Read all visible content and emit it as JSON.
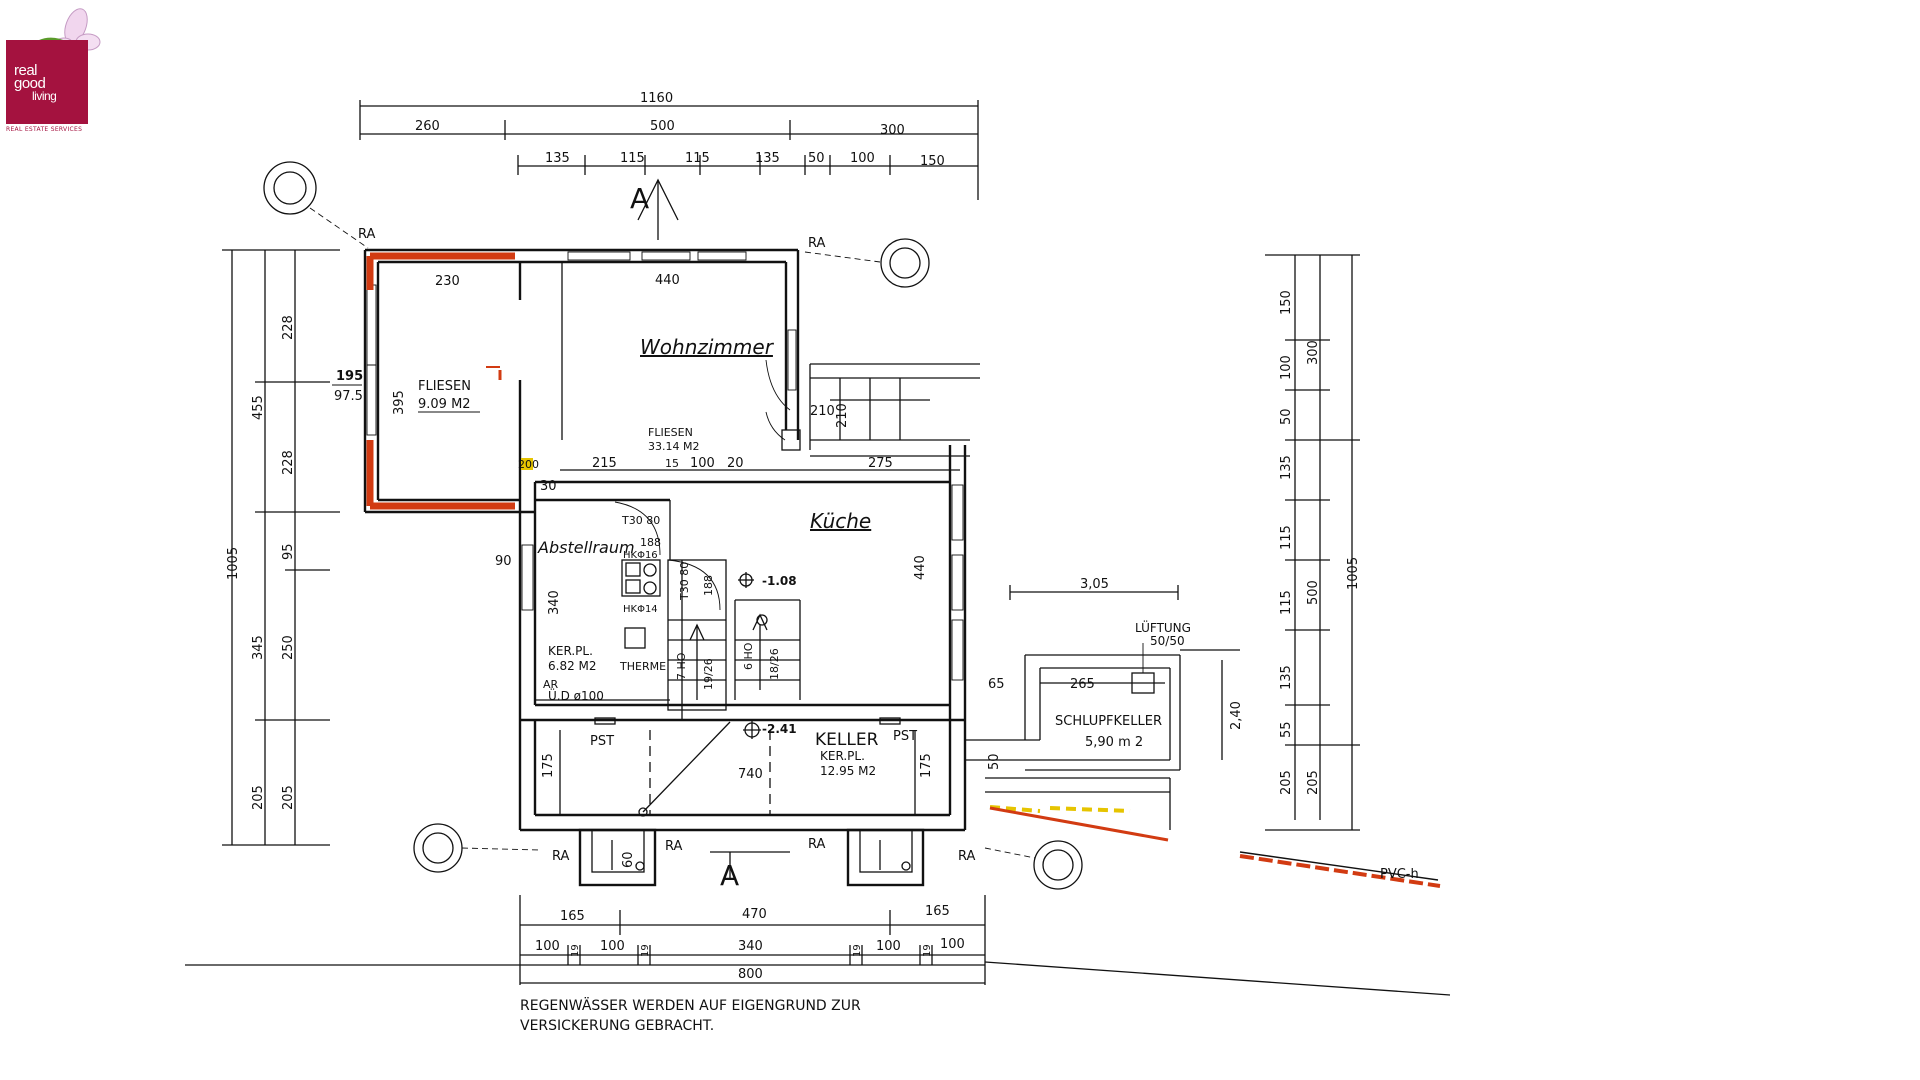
{
  "logo": {
    "line1": "real",
    "line2": "good",
    "line3": "living",
    "tagline": "REAL ESTATE SERVICES",
    "color": "#a4123f"
  },
  "rooms": {
    "wohnzimmer": "Wohnzimmer",
    "kueche": "Küche",
    "abstellraum": "Abstellraum",
    "keller": "KELLER",
    "schlupfkeller": "SCHLUPFKELLER"
  },
  "labels": {
    "fliesen_top": "FLIESEN",
    "fliesen_top_area": "9.09 M2",
    "fliesen_mid": "FLIESEN",
    "fliesen_mid_area": "33.14 M2",
    "abstell_floor": "KER.PL.",
    "abstell_area": "6.82 M2",
    "keller_floor": "KER.PL.",
    "keller_area": "12.95 M2",
    "schlupf_area": "5,90 m 2",
    "lueftung": "LÜFTUNG",
    "lueftung_size": "50/50",
    "therme": "THERME",
    "ar": "AR",
    "ud": "Ü.D  ø100",
    "pst1": "PST",
    "pst2": "PST",
    "level_108": "-1.08",
    "level_241": "-2.41",
    "pvc": "PVC-h",
    "hk1": "HKΦ16",
    "hk2": "HKΦ14",
    "stair1": "7 HO",
    "stair1b": "19/26",
    "stair2": "6 HO",
    "stair2b": "18/26",
    "t30a": "T30 80",
    "t30b": "T30 80",
    "num188a": "188",
    "num188b": "188"
  },
  "ra": [
    "RA",
    "RA",
    "RA",
    "RA",
    "RA",
    "RA"
  ],
  "note": {
    "line1": "REGENWÄSSER  WERDEN  AUF  EIGENGRUND  ZUR",
    "line2": "VERSICKERUNG  GEBRACHT."
  },
  "top_dims": {
    "total": "1160",
    "row1": [
      "260",
      "500",
      "300"
    ],
    "row2": [
      "135",
      "115",
      "115",
      "135",
      "50",
      "100",
      "150"
    ]
  },
  "bottom_dims": {
    "row1": [
      "165",
      "470",
      "165"
    ],
    "row2": [
      "100",
      "19",
      "100",
      "19",
      "340",
      "19",
      "100",
      "19",
      "100"
    ],
    "total": "800"
  },
  "left_dims": {
    "outer": "1005",
    "mid": [
      "455",
      "345",
      "205"
    ],
    "inner": [
      "228",
      "228",
      "95",
      "250",
      "205"
    ]
  },
  "right_dims": {
    "outer": "1005",
    "mid": [
      "300",
      "500",
      "205"
    ],
    "inner": [
      "150",
      "100",
      "50",
      "135",
      "115",
      "115",
      "135",
      "55",
      "205"
    ]
  },
  "interior": {
    "d195": "195",
    "d975": "97.5",
    "d395": "395",
    "d230": "230",
    "d440": "440",
    "d440v": "440",
    "d215": "215",
    "d275": "275",
    "d340": "340",
    "d740": "740",
    "d175a": "175",
    "d175b": "175",
    "d305": "3,05",
    "d265": "265",
    "d240": "2,40",
    "d210": "210",
    "d210b": "210",
    "d200": "200",
    "d30": "30",
    "d90": "90",
    "d15": "15",
    "d100": "100",
    "d20": "20",
    "d65": "65",
    "d50": "50",
    "d60": "60"
  },
  "colors": {
    "ink": "#111111",
    "red_hatch": "#d23b12",
    "yellow_hatch": "#e6c400"
  }
}
